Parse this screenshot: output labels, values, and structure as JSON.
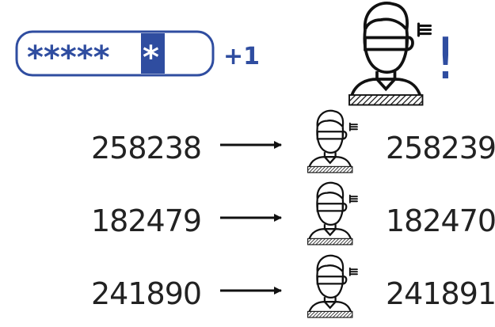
{
  "password_field": {
    "masked": "*****",
    "last_char": "*",
    "increment_label": "+1"
  },
  "alert": {
    "symbol": "!"
  },
  "rows": [
    {
      "input": "258238",
      "output": "258239"
    },
    {
      "input": "182479",
      "output": "182470"
    },
    {
      "input": "241890",
      "output": "241891"
    }
  ],
  "colors": {
    "accent": "#2f4da0",
    "ink": "#222222"
  },
  "icons": {
    "person": "masked-person-icon",
    "arrow": "arrow-right-icon"
  }
}
